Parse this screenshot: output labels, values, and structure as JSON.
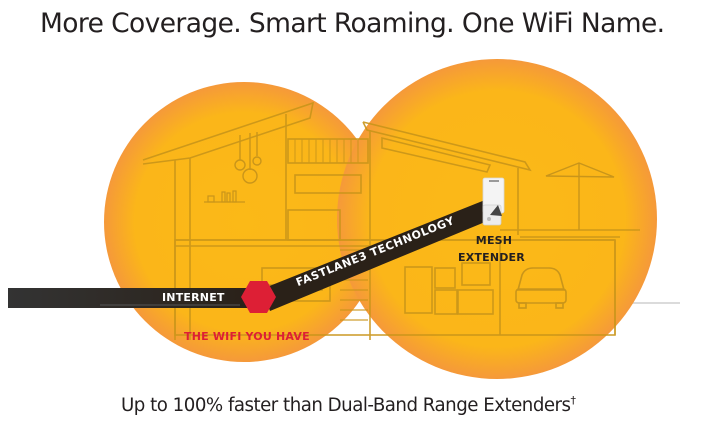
{
  "headline": "More Coverage. Smart Roaming. One WiFi Name.",
  "subline": {
    "text": "Up to 100% faster than Dual-Band Range Extenders",
    "footnote_mark": "†"
  },
  "diagram": {
    "internet_label": "INTERNET",
    "router_label": "THE WIFI YOU HAVE",
    "link_label": "FASTLANE3 TECHNOLOGY",
    "extender_label_line1": "MESH",
    "extender_label_line2": "EXTENDER",
    "icons": [
      "router-hexagon-icon",
      "mesh-extender-device-icon",
      "house-outline-icon",
      "car-icon",
      "patio-umbrella-icon",
      "pendant-lamp-icon"
    ],
    "colors": {
      "coverage_inner": "#fbb917",
      "coverage_outer": "#f5993a",
      "router": "#dd1f35",
      "band": "#2a2118",
      "internet_bar": "#333333",
      "outline": "#c9951a",
      "router_label": "#dd1f35",
      "text": "#231f20"
    }
  }
}
